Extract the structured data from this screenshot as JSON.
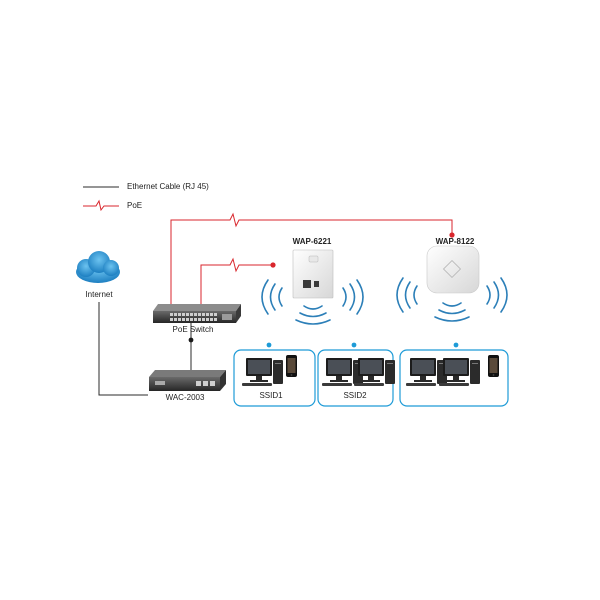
{
  "legend": {
    "ethernet_label": "Ethernet Cable (RJ 45)",
    "poe_label": "PoE"
  },
  "nodes": {
    "internet": "Internet",
    "poe_switch": "PoE Switch",
    "controller": "WAC-2003",
    "ap_wall": "WAP-6221",
    "ap_ceiling": "WAP-8122",
    "ssid1": "SSID1",
    "ssid2": "SSID2"
  },
  "colors": {
    "ethernet": "#2b2b2b",
    "poe": "#d9262c",
    "ssid_border": "#1e9bd7",
    "wifi_waves": "#2c7fb8",
    "cloud": "#1d7fc1"
  }
}
